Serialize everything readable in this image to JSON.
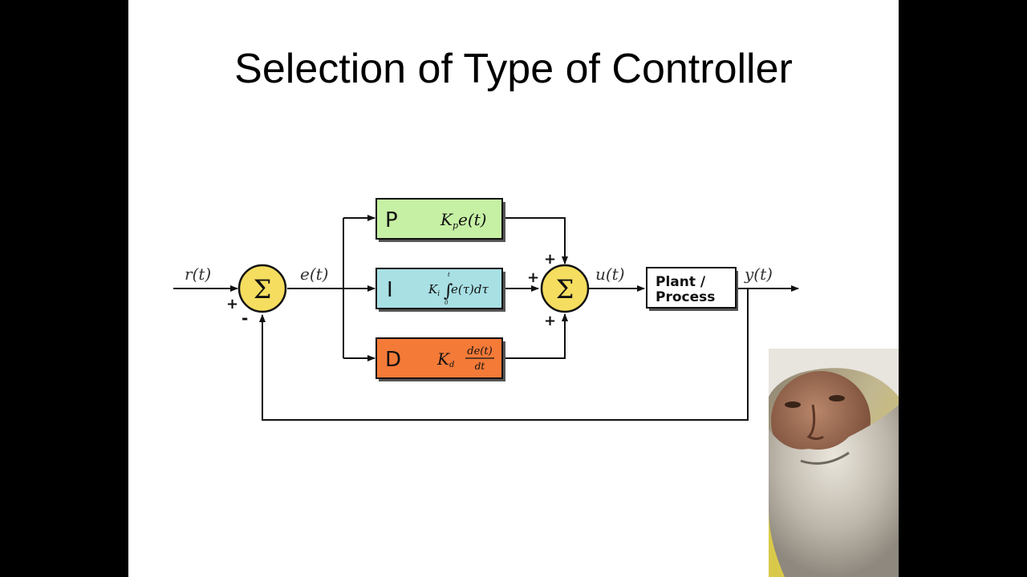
{
  "slide": {
    "title": "Selection of Type of Controller"
  },
  "diagram": {
    "signals": {
      "reference": "r(t)",
      "error": "e(t)",
      "control": "u(t)",
      "output": "y(t)"
    },
    "sum1": {
      "symbol": "Σ",
      "plus": "+",
      "minus": "-"
    },
    "sum2": {
      "symbol": "Σ",
      "plus_top": "+",
      "plus_left": "+",
      "plus_bottom": "+"
    },
    "blocks": {
      "p": {
        "letter": "P",
        "formula_k": "K",
        "formula_sub": "p",
        "formula_rest": "e(t)",
        "color": "#c6f0a4"
      },
      "i": {
        "letter": "I",
        "formula_k": "K",
        "formula_sub": "i",
        "formula_int": "∫",
        "formula_lower": "0",
        "formula_upper": "t",
        "formula_rest": "e(τ)dτ",
        "color": "#a8e0e4"
      },
      "d": {
        "letter": "D",
        "formula_k": "K",
        "formula_sub": "d",
        "formula_num": "de(t)",
        "formula_den": "dt",
        "color": "#f47a38"
      }
    },
    "plant": {
      "line1": "Plant /",
      "line2": "Process"
    },
    "sum_color": "#f5dd5f"
  },
  "webcam": {
    "description_icon": "presenter-webcam-icon"
  }
}
